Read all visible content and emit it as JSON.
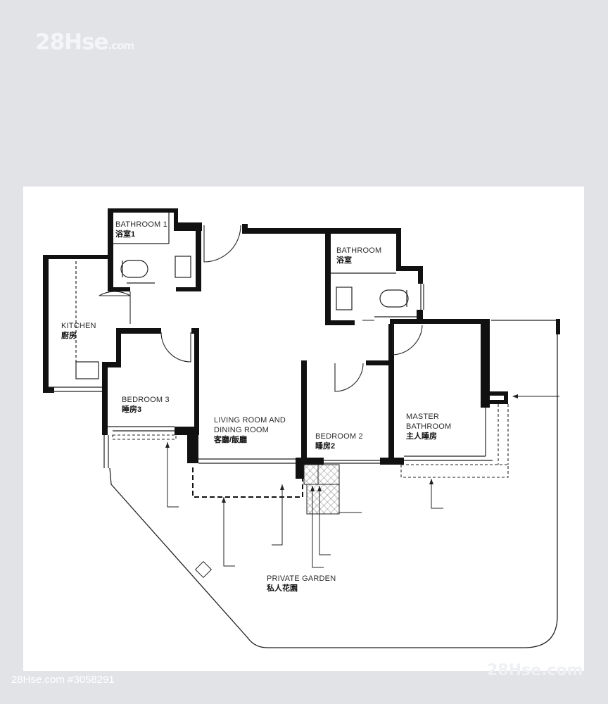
{
  "watermark": {
    "main": "28Hse",
    "suffix": ".com",
    "bottom": "28Hse.com"
  },
  "listing_id": "28Hse.com #3058291",
  "rooms": {
    "bathroom1": {
      "en": "BATHROOM 1",
      "zh": "浴室1"
    },
    "bathroom": {
      "en": "BATHROOM",
      "zh": "浴室"
    },
    "kitchen": {
      "en": "KITCHEN",
      "zh": "廚房"
    },
    "bedroom3": {
      "en": "BEDROOM 3",
      "zh": "睡房3"
    },
    "living": {
      "en1": "LIVING ROOM AND",
      "en2": "DINING ROOM",
      "zh": "客廳/飯廳"
    },
    "bedroom2": {
      "en": "BEDROOM 2",
      "zh": "睡房2"
    },
    "master": {
      "en1": "MASTER",
      "en2": "BATHROOM",
      "zh": "主人睡房"
    },
    "garden": {
      "en": "PRIVATE GARDEN",
      "zh": "私人花園"
    }
  }
}
